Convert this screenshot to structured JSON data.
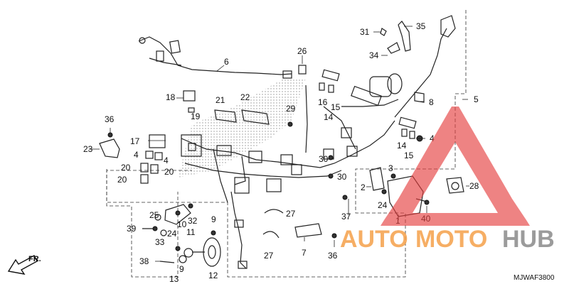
{
  "diagram": {
    "code": "MJWAF3800",
    "direction_label": "FR.",
    "callouts": {
      "c1": "1",
      "c2": "2",
      "c3": "3",
      "c4a": "4",
      "c4b": "4",
      "c4c": "4",
      "c5": "5",
      "c6": "6",
      "c7": "7",
      "c8": "8",
      "c9": "9",
      "c9b": "9",
      "c10": "10",
      "c11": "11",
      "c12": "12",
      "c13": "13",
      "c14a": "14",
      "c14b": "14",
      "c15a": "15",
      "c15b": "15",
      "c16": "16",
      "c17": "17",
      "c18": "18",
      "c19": "19",
      "c20a": "20",
      "c20b": "20",
      "c20c": "20",
      "c21": "21",
      "c22": "22",
      "c23": "23",
      "c24a": "24",
      "c24b": "24",
      "c25": "25",
      "c26": "26",
      "c27a": "27",
      "c27b": "27",
      "c28": "28",
      "c29": "29",
      "c30a": "30",
      "c30b": "30",
      "c31": "31",
      "c32": "32",
      "c33": "33",
      "c34": "34",
      "c35": "35",
      "c36a": "36",
      "c36b": "36",
      "c37": "37",
      "c38": "38",
      "c39": "39",
      "c40": "40"
    }
  },
  "watermark": {
    "word_a": "AUTO",
    "word_b": "MOTO",
    "word_c": "HUB",
    "color_a": "#f5a04a",
    "color_b": "#f5a04a",
    "color_c": "#8a8a8a",
    "triangle_color": "#e43d3d"
  }
}
